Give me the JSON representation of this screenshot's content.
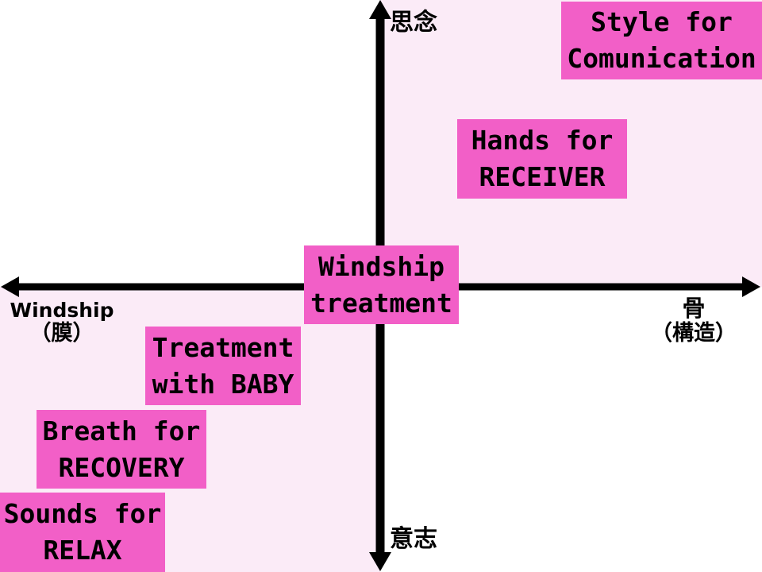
{
  "colors": {
    "box_pink": "#F25FC7",
    "quadrant_pink": "#FBEBF7",
    "axis_black": "#000000",
    "text_black": "#000000"
  },
  "axes": {
    "top_label": "思念",
    "bottom_label": "意志",
    "left_label_line1": "Windship",
    "left_label_line2": "（膜）",
    "right_label_line1": "骨",
    "right_label_line2": "（構造）"
  },
  "boxes": [
    {
      "id": "style-for-comunication",
      "line1": "Style for",
      "line2": "Comunication",
      "quadrant": "top-right"
    },
    {
      "id": "hands-for-receiver",
      "line1": "Hands for",
      "line2": "RECEIVER",
      "quadrant": "top-right"
    },
    {
      "id": "windship-treatment",
      "line1": "Windship",
      "line2": "treatment",
      "quadrant": "center"
    },
    {
      "id": "treatment-with-baby",
      "line1": "Treatment",
      "line2": "with BABY",
      "quadrant": "bottom-left"
    },
    {
      "id": "breath-for-recovery",
      "line1": "Breath for",
      "line2": "RECOVERY",
      "quadrant": "bottom-left"
    },
    {
      "id": "sounds-for-relax",
      "line1": "Sounds for",
      "line2": "RELAX",
      "quadrant": "bottom-left"
    }
  ]
}
